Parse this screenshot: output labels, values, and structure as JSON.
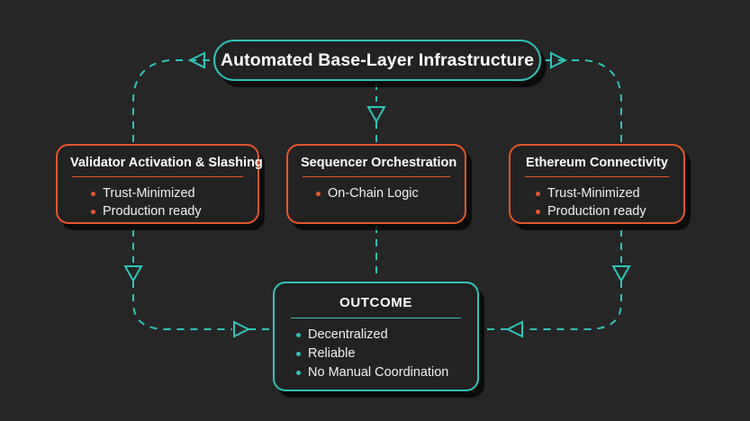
{
  "diagram": {
    "background_color": "#262626",
    "accent_teal": "#2fc4b8",
    "accent_orange": "#e8562a",
    "title": {
      "label": "Automated Base-Layer Infrastructure"
    },
    "nodes": [
      {
        "id": "validator",
        "header": "Validator Activation & Slashing",
        "color": "#e8562a",
        "bullets": [
          "Trust-Minimized",
          "Production ready"
        ]
      },
      {
        "id": "sequencer",
        "header": "Sequencer Orchestration",
        "color": "#e8562a",
        "bullets": [
          "On-Chain Logic"
        ]
      },
      {
        "id": "ethereum",
        "header": "Ethereum Connectivity",
        "color": "#e8562a",
        "bullets": [
          "Trust-Minimized",
          "Production ready"
        ]
      },
      {
        "id": "outcome",
        "header": "OUTCOME",
        "color": "#2fc4b8",
        "bullets": [
          "Decentralized",
          "Reliable",
          "No Manual Coordination"
        ]
      }
    ],
    "edges": [
      {
        "id": "title-to-left",
        "marker": "triangle-left",
        "style": "dashed"
      },
      {
        "id": "title-to-right",
        "marker": "triangle-right",
        "style": "dashed"
      },
      {
        "id": "title-to-sequencer",
        "marker": "triangle-down",
        "style": "dashed"
      },
      {
        "id": "left-to-outcome",
        "marker": "triangle-right",
        "style": "dashed"
      },
      {
        "id": "right-to-outcome",
        "marker": "triangle-left",
        "style": "dashed"
      },
      {
        "id": "left-down",
        "marker": "triangle-down",
        "style": "dashed"
      },
      {
        "id": "right-down",
        "marker": "triangle-down",
        "style": "dashed"
      },
      {
        "id": "sequencer-to-outcome",
        "marker": "none",
        "style": "dashed"
      }
    ]
  }
}
